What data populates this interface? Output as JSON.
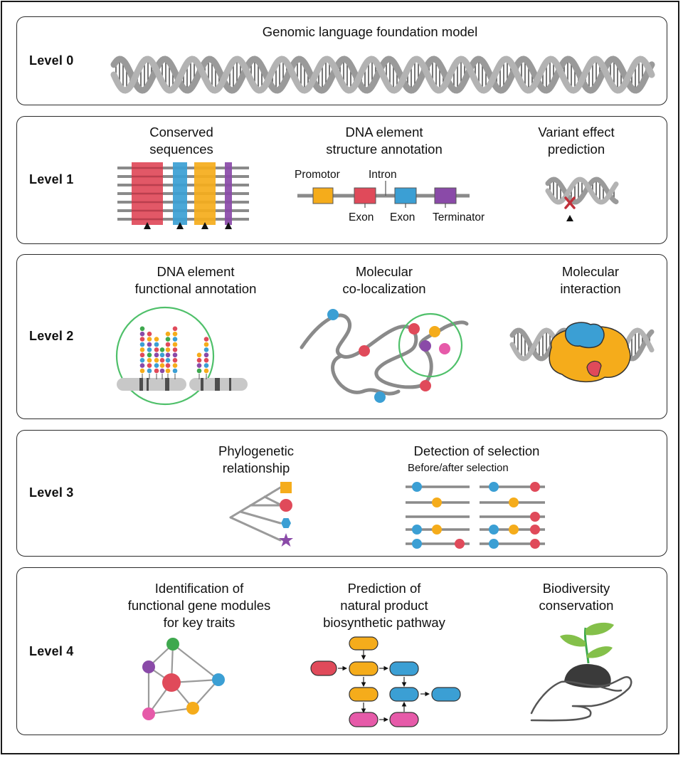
{
  "levels": [
    {
      "label": "Level 0",
      "title": "Genomic language foundation model"
    },
    {
      "label": "Level 1",
      "items": [
        {
          "title": "Conserved\nsequences"
        },
        {
          "title": "DNA element\nstructure annotation",
          "labels": {
            "promotor": "Promotor",
            "intron": "Intron",
            "exon1": "Exon",
            "exon2": "Exon",
            "terminator": "Terminator"
          }
        },
        {
          "title": "Variant effect\nprediction"
        }
      ]
    },
    {
      "label": "Level 2",
      "items": [
        {
          "title": "DNA element\nfunctional annotation"
        },
        {
          "title": "Molecular\nco-localization"
        },
        {
          "title": "Molecular\ninteraction"
        }
      ]
    },
    {
      "label": "Level 3",
      "items": [
        {
          "title": "Phylogenetic\nrelationship"
        },
        {
          "title": "Detection of selection",
          "subtitle": "Before/after selection"
        }
      ]
    },
    {
      "label": "Level 4",
      "items": [
        {
          "title": "Identification of\nfunctional gene modules\nfor key traits"
        },
        {
          "title": "Prediction of\nnatural product\nbiosynthetic pathway"
        },
        {
          "title": "Biodiversity\nconservation"
        }
      ]
    }
  ],
  "colors": {
    "red": "#e04a5a",
    "blue": "#3b9fd4",
    "orange": "#f5ac1b",
    "purple": "#8a4aa8",
    "green": "#3ea84e",
    "pink": "#e65aa9",
    "gray": "#8a8a8a",
    "lightgray": "#c4c4c4",
    "darkgray": "#4d4d4d"
  },
  "icons": [
    "dna-helix-icon",
    "variant-x-icon",
    "arrow-up-icon",
    "chromosome-icon",
    "phylogenetic-tree-icon",
    "hand-plant-icon"
  ]
}
